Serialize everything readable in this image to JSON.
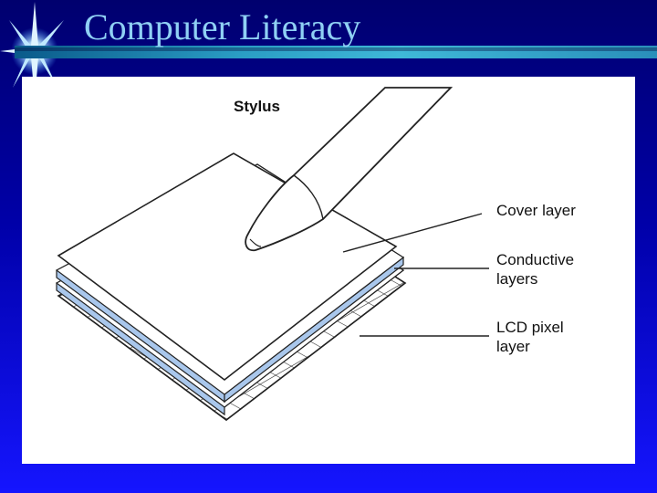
{
  "slide": {
    "title": "Computer Literacy"
  },
  "diagram": {
    "labels": {
      "stylus": "Stylus",
      "cover_layer": "Cover layer",
      "conductive_layers": "Conductive\nlayers",
      "lcd_pixel_layer": "LCD pixel\nlayer"
    }
  },
  "colors": {
    "background_top": "#00006e",
    "background_bottom": "#1515ff",
    "title_text": "#8fd0f4",
    "conductive_fill": "#a9c7ec"
  },
  "icons": {
    "title_ornament": "sparkle-star-icon"
  }
}
